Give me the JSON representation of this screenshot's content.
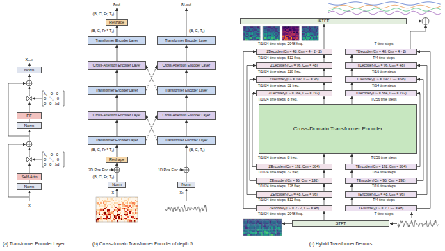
{
  "diagram": {
    "nodes": [
      {
        "text": [
          "Norm"
        ]
      },
      {
        "text": [
          "FF"
        ]
      },
      {
        "text": [
          "Norm"
        ]
      },
      {
        "text": [
          "Self-Attn"
        ]
      },
      {
        "text": [
          "Norm"
        ]
      },
      {
        "text": [
          "Reshape"
        ]
      },
      {
        "text": [
          "Transformer Encoder Layer"
        ]
      },
      {
        "text": [
          "Cross-Attention Encoder Layer"
        ]
      },
      {
        "text": [
          "Transformer Encoder Layer"
        ]
      },
      {
        "text": [
          "Cross-Attention Encoder Layer"
        ]
      },
      {
        "text": [
          "Transformer Encoder Layer"
        ]
      },
      {
        "text": [
          "Reshape"
        ]
      },
      {
        "text": [
          "Norm"
        ]
      },
      {
        "text": [
          "Transformer Encoder Layer"
        ]
      },
      {
        "text": [
          "Cross-Attention Encoder Layer"
        ]
      },
      {
        "text": [
          "Transformer Encoder Layer"
        ]
      },
      {
        "text": [
          "Cross-Attention Encoder Layer"
        ]
      },
      {
        "text": [
          "Transformer Encoder Layer"
        ]
      },
      {
        "text": [
          "Norm"
        ]
      },
      {
        "text": [
          "ISTFT"
        ]
      },
      {
        "text": [
          "ZDecoder₁(Cᵢₙ = 48, Cₒᵤₜ = 4 · 2 · 2)"
        ]
      },
      {
        "text": [
          "TDecoder₁(Cᵢₙ = 48, Cₒᵤₜ = 4 · 2)"
        ]
      },
      {
        "text": [
          "ZDecoder₂(Cᵢₙ = 96, Cₒᵤₜ = 48)"
        ]
      },
      {
        "text": [
          "TDecoder₂(Cᵢₙ = 96, Cₒᵤₜ = 48)"
        ]
      },
      {
        "text": [
          "ZDecoder₃(Cᵢₙ = 192, Cₒᵤₜ = 96)"
        ]
      },
      {
        "text": [
          "TDecoder₃(Cᵢₙ = 192, Cₒᵤₜ = 96)"
        ]
      },
      {
        "text": [
          "ZDecoder₄(Cᵢₙ = 384, Cₒᵤₜ = 192)"
        ]
      },
      {
        "text": [
          "TDecoder₄(Cᵢₙ = 384, Cₒᵤₜ = 192)"
        ]
      },
      {
        "text": [
          "Cross-Domain Transformer Encoder"
        ]
      },
      {
        "text": [
          "ZEncoder₄(Cᵢₙ = 192, Cₒᵤₜ = 384)"
        ]
      },
      {
        "text": [
          "TEncoder₄(Cᵢₙ = 192, Cₒᵤₜ = 384)"
        ]
      },
      {
        "text": [
          "ZEncoder₃(Cᵢₙ = 96, Cₒᵤₜ = 192)"
        ]
      },
      {
        "text": [
          "TEncoder₃(Cᵢₙ = 96, Cₒᵤₜ = 192)"
        ]
      },
      {
        "text": [
          "ZEncoder₂(Cᵢₙ = 48, Cₒᵤₜ = 96)"
        ]
      },
      {
        "text": [
          "TEncoder₂(Cᵢₙ = 48, Cₒᵤₜ = 96)"
        ]
      },
      {
        "text": [
          "ZEncoder₁(Cᵢₙ = 2 · 2, Cₒᵤₜ = 48)"
        ]
      },
      {
        "text": [
          "TEncoder₁(Cᵢₙ = 2, Cₒᵤₜ = 48)"
        ]
      },
      {
        "text": [
          "STFT"
        ]
      }
    ],
    "edges": [
      {
        "from": 2,
        "to": 1,
        "arrow": "none"
      },
      {
        "from": 4,
        "to": 3,
        "arrow": "none"
      },
      {
        "from": 12,
        "to": 11,
        "arrow": "to"
      },
      {
        "from": 11,
        "to": 10,
        "arrow": "to"
      },
      {
        "from": 10,
        "to": 9,
        "arrow": "to"
      },
      {
        "from": 9,
        "to": 8,
        "arrow": "to"
      },
      {
        "from": 8,
        "to": 7,
        "arrow": "to"
      },
      {
        "from": 7,
        "to": 6,
        "arrow": "to"
      },
      {
        "from": 6,
        "to": 5,
        "arrow": "to"
      },
      {
        "from": 18,
        "to": 17,
        "arrow": "to"
      },
      {
        "from": 17,
        "to": 16,
        "arrow": "to"
      },
      {
        "from": 16,
        "to": 15,
        "arrow": "to"
      },
      {
        "from": 15,
        "to": 14,
        "arrow": "to"
      },
      {
        "from": 14,
        "to": 13,
        "arrow": "to"
      },
      {
        "from": 10,
        "to": 16,
        "arrow": "to"
      },
      {
        "from": 17,
        "to": 9,
        "arrow": "to"
      },
      {
        "from": 8,
        "to": 14,
        "arrow": "to"
      },
      {
        "from": 15,
        "to": 7,
        "arrow": "to"
      },
      {
        "from": 20,
        "to": 19,
        "arrow": "to"
      },
      {
        "from": 22,
        "to": 20,
        "arrow": "to"
      },
      {
        "from": 24,
        "to": 22,
        "arrow": "to"
      },
      {
        "from": 26,
        "to": 24,
        "arrow": "to"
      },
      {
        "from": 28,
        "to": 26,
        "arrow": "to"
      },
      {
        "from": 23,
        "to": 21,
        "arrow": "to"
      },
      {
        "from": 25,
        "to": 23,
        "arrow": "to"
      },
      {
        "from": 27,
        "to": 25,
        "arrow": "to"
      },
      {
        "from": 28,
        "to": 27,
        "arrow": "to"
      },
      {
        "from": 29,
        "to": 28,
        "arrow": "to"
      },
      {
        "from": 30,
        "to": 28,
        "arrow": "to"
      },
      {
        "from": 31,
        "to": 29,
        "arrow": "to"
      },
      {
        "from": 33,
        "to": 31,
        "arrow": "to"
      },
      {
        "from": 35,
        "to": 33,
        "arrow": "to"
      },
      {
        "from": 32,
        "to": 30,
        "arrow": "to"
      },
      {
        "from": 34,
        "to": 32,
        "arrow": "to"
      },
      {
        "from": 36,
        "to": 34,
        "arrow": "to"
      },
      {
        "from": 37,
        "to": 35,
        "arrow": "to"
      },
      {
        "from": 35,
        "to": 20,
        "arrow": "to"
      },
      {
        "from": 33,
        "to": 22,
        "arrow": "to"
      },
      {
        "from": 31,
        "to": 24,
        "arrow": "to"
      },
      {
        "from": 29,
        "to": 26,
        "arrow": "to"
      },
      {
        "from": 36,
        "to": 21,
        "arrow": "to"
      },
      {
        "from": 34,
        "to": 23,
        "arrow": "to"
      },
      {
        "from": 32,
        "to": 25,
        "arrow": "to"
      },
      {
        "from": 30,
        "to": 27,
        "arrow": "to"
      }
    ],
    "labels": [
      "xₒᵤₜ",
      "λ₁ 0 0",
      "0 ⋱ 0",
      "0 0 λd",
      "λ₁ 0 0",
      "0 ⋱ 0",
      "0 0 λd",
      "x",
      "xₒᵤₜ",
      "xₜ,ₒᵤₜ",
      "(B, C, Fr, T₁)",
      "(B, C, Fr * T₁)",
      "(B, C, T₁)",
      "(B, C, Fr * T₁)",
      "(B, C, T₁)",
      "2D Pos Enc",
      "1D Pos Enc",
      "(B, C, Fr, T₁)",
      "x",
      "xₜ",
      "T/1024 time steps, 2048 freq.",
      "T time steps",
      "T/1024 time steps, 512 freq.",
      "T/4 time steps",
      "T/1024 time steps, 128 freq.",
      "T/16 time steps",
      "T/1024 time steps, 32 freq.",
      "T/64 time steps",
      "T/1024 time steps, 8 freq.",
      "T/256 time steps",
      "T/1024 time steps, 8 freq.",
      "T/256 time steps",
      "T/1024 time steps, 32 freq.",
      "T/64 time steps",
      "T/1024 time steps, 128 freq.",
      "T/16 time steps",
      "T/1024 time steps, 512 freq.",
      "T/4 time steps",
      "T/1024 time steps, 2048 freq.",
      "T time steps",
      "(a) Transformer Encoder Layer",
      "(b) Cross-domain Transformer Encoder of depth 5",
      "(c) Hybrid Transformer Demucs"
    ]
  }
}
